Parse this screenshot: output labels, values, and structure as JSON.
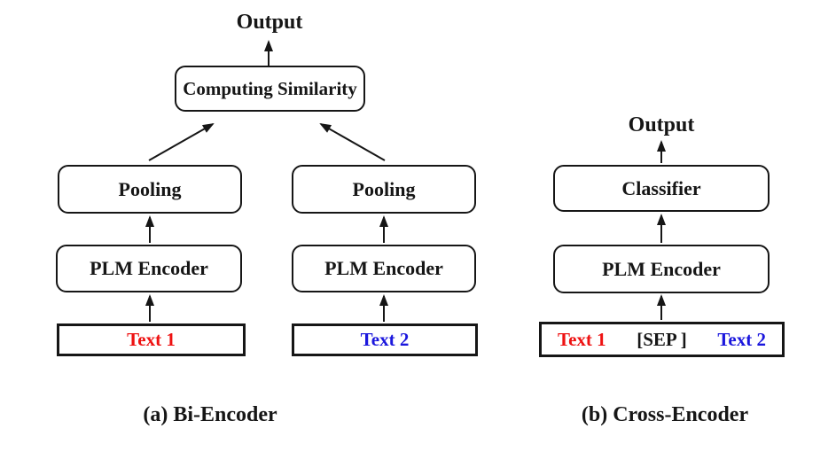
{
  "figure": {
    "panel_a": {
      "caption": "(a) Bi-Encoder",
      "output_label": "Output",
      "similarity_box_label": "Computing Similarity",
      "columns": [
        {
          "pooling_label": "Pooling",
          "encoder_label": "PLM Encoder",
          "input_label": "Text 1",
          "input_color": "#ee1111"
        },
        {
          "pooling_label": "Pooling",
          "encoder_label": "PLM Encoder",
          "input_label": "Text 2",
          "input_color": "#1b17dd"
        }
      ]
    },
    "panel_b": {
      "caption": "(b) Cross-Encoder",
      "output_label": "Output",
      "classifier_box_label": "Classifier",
      "encoder_label": "PLM Encoder",
      "input_segments": [
        {
          "text": "Text 1",
          "color": "#ee1111"
        },
        {
          "text": "[SEP ]",
          "color": "#161616"
        },
        {
          "text": "Text 2",
          "color": "#1b17dd"
        }
      ]
    },
    "colors": {
      "ink": "#161616",
      "background": "#ffffff",
      "text1_red": "#ee1111",
      "text2_blue": "#1b17dd"
    }
  }
}
